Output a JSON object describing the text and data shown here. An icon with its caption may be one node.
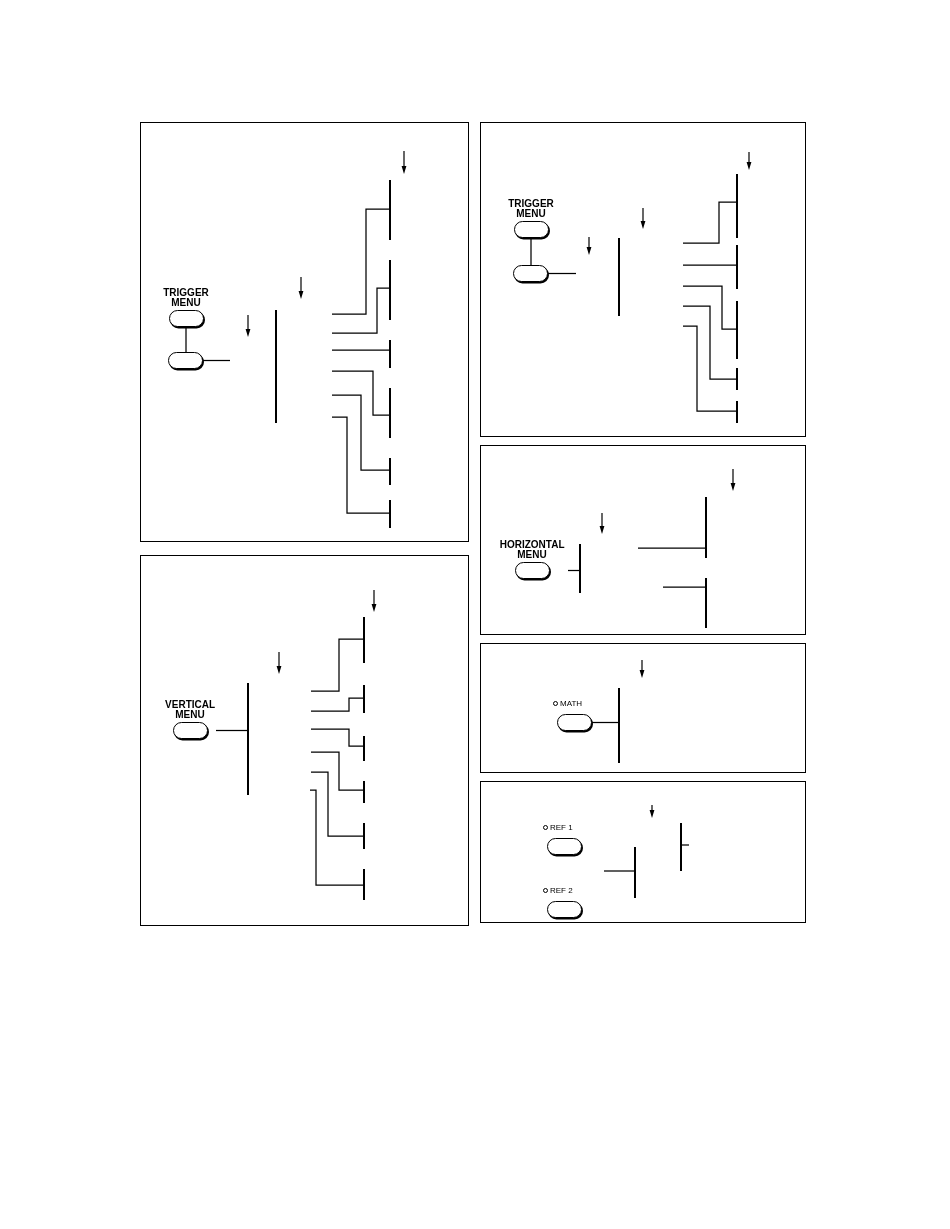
{
  "diagram": {
    "nodes": [
      {
        "text": [],
        "shape": "box"
      },
      {
        "text": [
          "TRIGGER MENU"
        ],
        "in": 0
      },
      {
        "text": [],
        "shape": "button",
        "in": 0
      },
      {
        "text": [],
        "shape": "bar",
        "in": 0
      },
      {
        "text": [],
        "shape": "bar",
        "in": 0
      },
      {
        "text": [],
        "shape": "bar",
        "in": 0
      },
      {
        "text": [],
        "shape": "bar",
        "in": 0
      },
      {
        "text": [],
        "shape": "bar",
        "in": 0
      },
      {
        "text": [],
        "shape": "bar",
        "in": 0
      },
      {
        "text": [],
        "shape": "bar",
        "in": 0
      },
      {
        "text": [],
        "shape": "box"
      },
      {
        "text": [
          "TRIGGER MENU"
        ],
        "in": 10
      },
      {
        "text": [],
        "shape": "button",
        "in": 10
      },
      {
        "text": [],
        "shape": "bar",
        "in": 10
      },
      {
        "text": [],
        "shape": "bar",
        "in": 10
      },
      {
        "text": [],
        "shape": "bar",
        "in": 10
      },
      {
        "text": [],
        "shape": "bar",
        "in": 10
      },
      {
        "text": [],
        "shape": "bar",
        "in": 10
      },
      {
        "text": [],
        "shape": "bar",
        "in": 10
      },
      {
        "text": [],
        "shape": "box"
      },
      {
        "text": [
          "HORIZONTAL MENU"
        ],
        "in": 19
      },
      {
        "text": [],
        "shape": "bar",
        "in": 19
      },
      {
        "text": [],
        "shape": "bar",
        "in": 19
      },
      {
        "text": [],
        "shape": "bar",
        "in": 19
      },
      {
        "text": [],
        "shape": "box"
      },
      {
        "text": [
          "VERTICAL MENU"
        ],
        "in": 24
      },
      {
        "text": [],
        "shape": "bar",
        "in": 24
      },
      {
        "text": [],
        "shape": "bar",
        "in": 24
      },
      {
        "text": [],
        "shape": "bar",
        "in": 24
      },
      {
        "text": [],
        "shape": "bar",
        "in": 24
      },
      {
        "text": [],
        "shape": "bar",
        "in": 24
      },
      {
        "text": [],
        "shape": "bar",
        "in": 24
      },
      {
        "text": [],
        "shape": "bar",
        "in": 24
      },
      {
        "text": [],
        "shape": "box"
      },
      {
        "text": [
          "MATH"
        ],
        "in": 33
      },
      {
        "text": [],
        "shape": "bar",
        "in": 33
      },
      {
        "text": [],
        "shape": "box"
      },
      {
        "text": [
          "REF 1"
        ],
        "in": 36
      },
      {
        "text": [
          "REF 2"
        ],
        "in": 36
      },
      {
        "text": [],
        "shape": "bar",
        "in": 36
      },
      {
        "text": [],
        "shape": "bar",
        "in": 36
      }
    ],
    "edges": [
      {
        "from": 1,
        "to": 2,
        "arrow": "none"
      },
      {
        "from": 2,
        "to": null,
        "arrow": "none"
      },
      {
        "from": null,
        "to": 4,
        "arrow": "none"
      },
      {
        "from": null,
        "to": 5,
        "arrow": "none"
      },
      {
        "from": null,
        "to": 6,
        "arrow": "none"
      },
      {
        "from": null,
        "to": 7,
        "arrow": "none"
      },
      {
        "from": null,
        "to": 8,
        "arrow": "none"
      },
      {
        "from": null,
        "to": 9,
        "arrow": "none"
      },
      {
        "from": 11,
        "to": 12,
        "arrow": "none"
      },
      {
        "from": 12,
        "to": null,
        "arrow": "none"
      },
      {
        "from": null,
        "to": 14,
        "arrow": "none"
      },
      {
        "from": null,
        "to": 15,
        "arrow": "none"
      },
      {
        "from": null,
        "to": 16,
        "arrow": "none"
      },
      {
        "from": null,
        "to": 17,
        "arrow": "none"
      },
      {
        "from": null,
        "to": 18,
        "arrow": "none"
      },
      {
        "from": 20,
        "to": 21,
        "arrow": "none"
      },
      {
        "from": null,
        "to": 22,
        "arrow": "none"
      },
      {
        "from": null,
        "to": 23,
        "arrow": "none"
      },
      {
        "from": 25,
        "to": 26,
        "arrow": "none"
      },
      {
        "from": null,
        "to": 27,
        "arrow": "none"
      },
      {
        "from": null,
        "to": 28,
        "arrow": "none"
      },
      {
        "from": null,
        "to": 29,
        "arrow": "none"
      },
      {
        "from": null,
        "to": 30,
        "arrow": "none"
      },
      {
        "from": null,
        "to": 31,
        "arrow": "none"
      },
      {
        "from": null,
        "to": 32,
        "arrow": "none"
      },
      {
        "from": 34,
        "to": 35,
        "arrow": "none"
      },
      {
        "from": null,
        "to": 39,
        "arrow": "none"
      },
      {
        "from": 40,
        "to": null,
        "arrow": "none"
      }
    ]
  }
}
